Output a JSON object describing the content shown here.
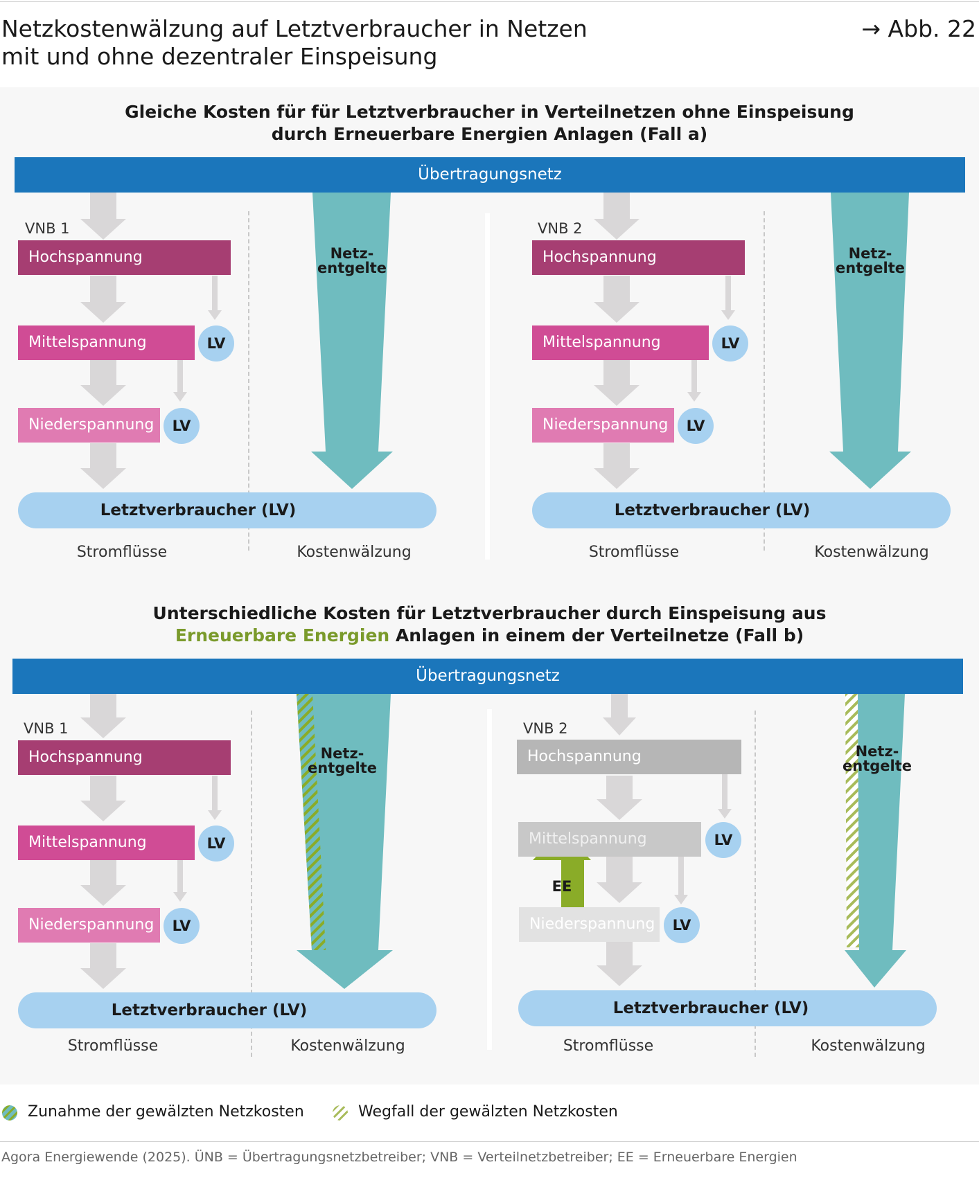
{
  "header": {
    "title": "Netzkostenwälzung auf Letztverbraucher in Netzen\nmit und ohne dezentraler Einspeisung",
    "figure_ref": "→ Abb. 22"
  },
  "section_a": {
    "title_line1": "Gleiche Kosten für für Letztverbraucher in Verteilnetzen ohne Einspeisung",
    "title_line2": "durch Erneuerbare Energien Anlagen (Fall a)",
    "band": "Übertragungsnetz",
    "left": {
      "vnb": "VNB 1",
      "hs": "Hochspannung",
      "ms": "Mittelspannung",
      "ns": "Niederspannung",
      "lv": "LV",
      "consumer": "Letztverbraucher (LV)",
      "netz1": "Netz-",
      "netz2": "entgelte",
      "cap_flow": "Stromflüsse",
      "cap_cost": "Kostenwälzung"
    },
    "right": {
      "vnb": "VNB 2",
      "hs": "Hochspannung",
      "ms": "Mittelspannung",
      "ns": "Niederspannung",
      "lv": "LV",
      "consumer": "Letztverbraucher (LV)",
      "netz1": "Netz-",
      "netz2": "entgelte",
      "cap_flow": "Stromflüsse",
      "cap_cost": "Kostenwälzung"
    }
  },
  "section_b": {
    "title_line1": "Unterschiedliche Kosten für Letztverbraucher durch Einspeisung aus",
    "title_green": "Erneuerbare Energien",
    "title_line2_rest": " Anlagen in einem der Verteilnetze (Fall b)",
    "band": "Übertragungsnetz",
    "left": {
      "vnb": "VNB 1",
      "hs": "Hochspannung",
      "ms": "Mittelspannung",
      "ns": "Niederspannung",
      "lv": "LV",
      "consumer": "Letztverbraucher (LV)",
      "netz1": "Netz-",
      "netz2": "entgelte",
      "cap_flow": "Stromflüsse",
      "cap_cost": "Kostenwälzung"
    },
    "right": {
      "vnb": "VNB 2",
      "hs": "Hochspannung",
      "ms": "Mittelspannung",
      "ns": "Niederspannung",
      "lv": "LV",
      "ee": "EE",
      "consumer": "Letztverbraucher (LV)",
      "netz1": "Netz-",
      "netz2": "entgelte",
      "cap_flow": "Stromflüsse",
      "cap_cost": "Kostenwälzung"
    }
  },
  "legend": {
    "increase": "Zunahme der gewälzten Netzkosten",
    "removal": "Wegfall der gewälzten Netzkosten"
  },
  "source": "Agora Energiewende (2025). ÜNB = Übertragungsnetzbetreiber; VNB = Verteilnetzbetreiber; EE = Erneuerbare Energien",
  "colors": {
    "band": "#1b76bb",
    "hochspannung": "#a63e72",
    "mittelspannung": "#d04c95",
    "niederspannung": "#e07bb2",
    "consumer": "#a7d1f0",
    "netzentgelte_arrow": "#6fbcbf",
    "flow_arrow": "#d9d7d8",
    "ee": "#8aac28"
  }
}
